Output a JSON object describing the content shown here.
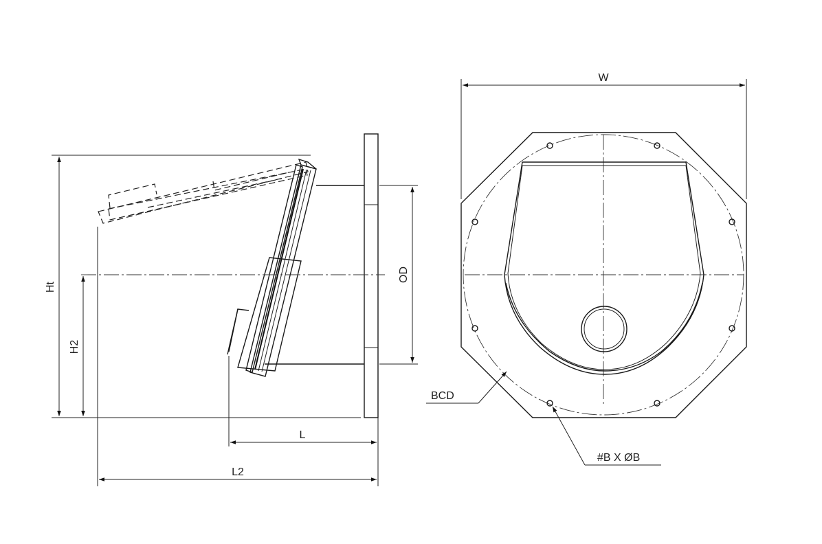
{
  "labels": {
    "height_total": "Ht",
    "height_2": "H2",
    "length": "L",
    "length_2": "L2",
    "outer_diameter": "OD",
    "width": "W",
    "bolt_circle": "BCD",
    "bolt_holes": "#B X ØB"
  },
  "colors": {
    "line": "#1a1a1a",
    "background": "#ffffff"
  }
}
